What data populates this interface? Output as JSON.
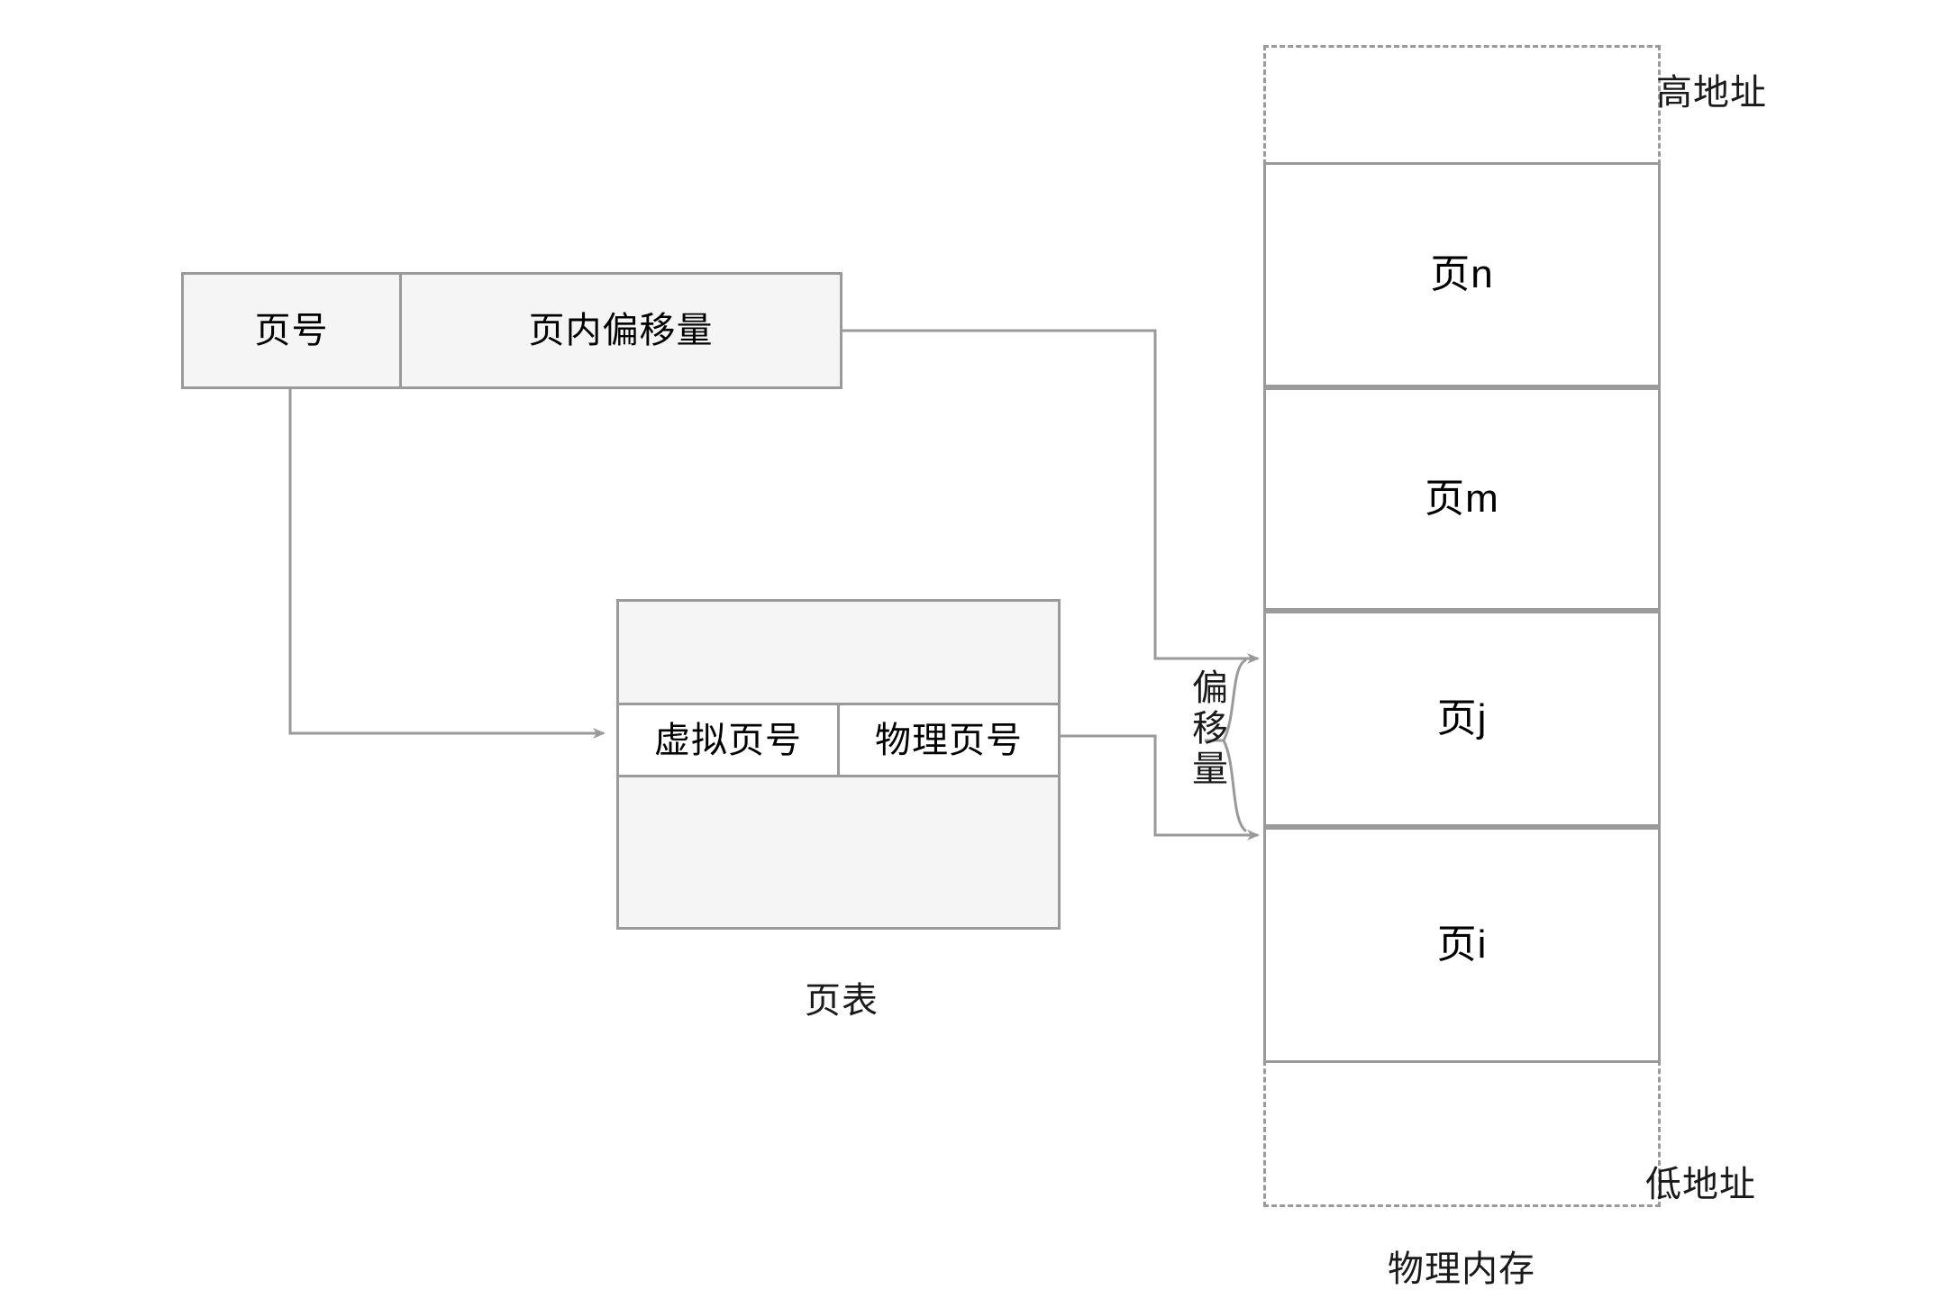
{
  "diagram": {
    "title_semantic": "virtual-memory-paging-address-translation",
    "stroke_color": "#9a9a9a",
    "fill_color": "#f5f5f5",
    "highlight_fill": "#ffffff",
    "text_color": "#1a1a1a",
    "background": "#ffffff"
  },
  "virtual_address": {
    "page_number_label": "页号",
    "offset_label": "页内偏移量"
  },
  "page_table": {
    "caption": "页表",
    "columns": [
      {
        "label": "虚拟页号"
      },
      {
        "label": "物理页号"
      }
    ]
  },
  "offset_brace": {
    "label_chars": [
      "偏",
      "移",
      "量"
    ],
    "label": "偏移量"
  },
  "physical_memory": {
    "caption": "物理内存",
    "high_address_label": "高地址",
    "low_address_label": "低地址",
    "cells": [
      {
        "label": "",
        "style": "dashed"
      },
      {
        "label": "页n",
        "style": "solid"
      },
      {
        "label": "页m",
        "style": "solid"
      },
      {
        "label": "页j",
        "style": "solid"
      },
      {
        "label": "页i",
        "style": "solid"
      },
      {
        "label": "",
        "style": "dashed"
      }
    ]
  },
  "connectors": [
    {
      "name": "pageno-to-pagetable",
      "from": "页号",
      "to": "页表",
      "arrow": true
    },
    {
      "name": "offset-to-memory-top",
      "from": "页内偏移量",
      "to": "物理内存",
      "arrow": true
    },
    {
      "name": "physpage-to-memory-bottom",
      "from": "物理页号",
      "to": "物理内存",
      "arrow": true
    }
  ]
}
